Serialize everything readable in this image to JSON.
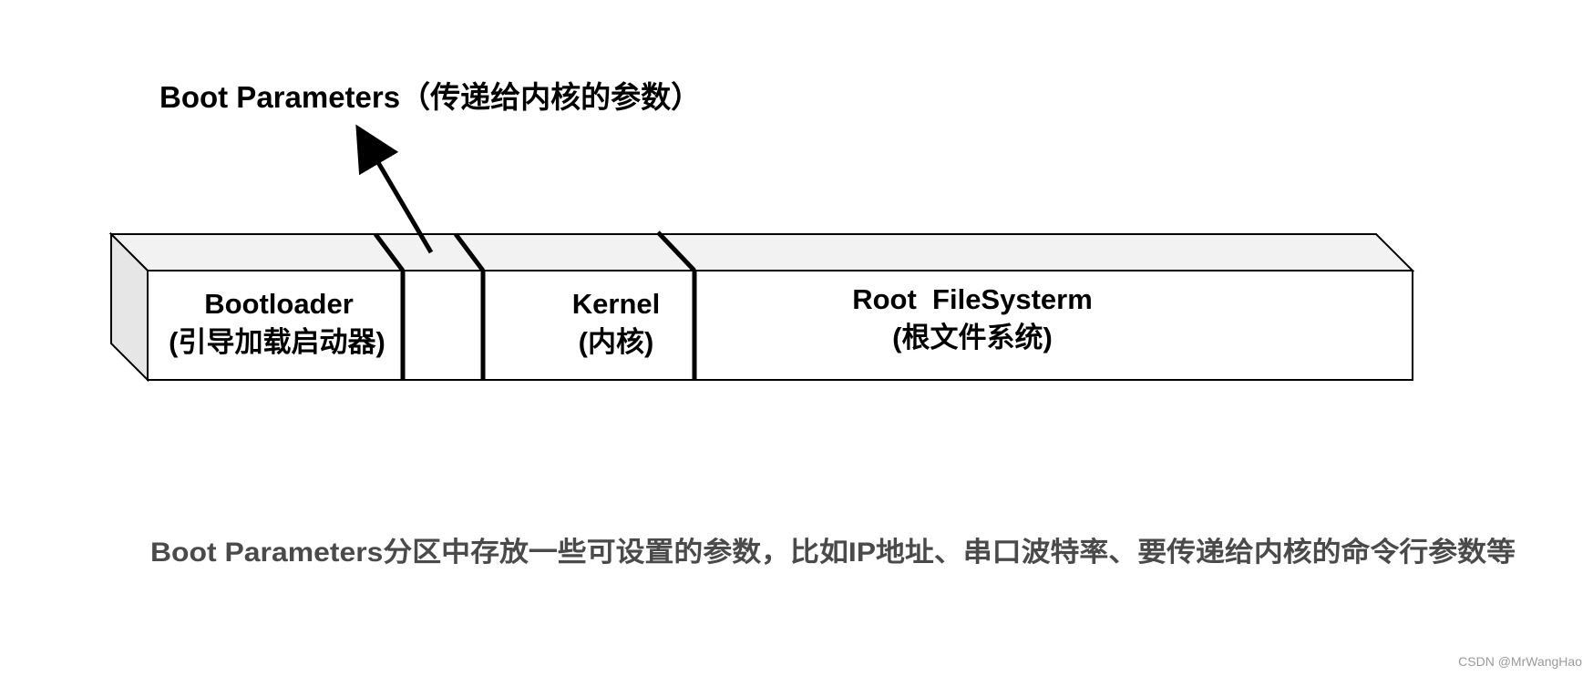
{
  "title": "Boot Parameters（传递给内核的参数）",
  "segments": [
    {
      "line1": "Bootloader",
      "line2": "(引导加载启动器)"
    },
    {
      "line1": "",
      "line2": ""
    },
    {
      "line1": "Kernel",
      "line2": "(内核)"
    },
    {
      "line1": "Root  FileSysterm",
      "line2": "(根文件系统)"
    }
  ],
  "caption": "Boot Parameters分区中存放一些可设置的参数，比如IP地址、串口波特率、要传递给内核的命令行参数等",
  "watermark": "CSDN @MrWangHao",
  "colors": {
    "line": "#000000",
    "top_face": "#f2f2f2",
    "side_face": "#e6e6e6",
    "front_face": "#ffffff",
    "caption": "#4a4a4a"
  }
}
